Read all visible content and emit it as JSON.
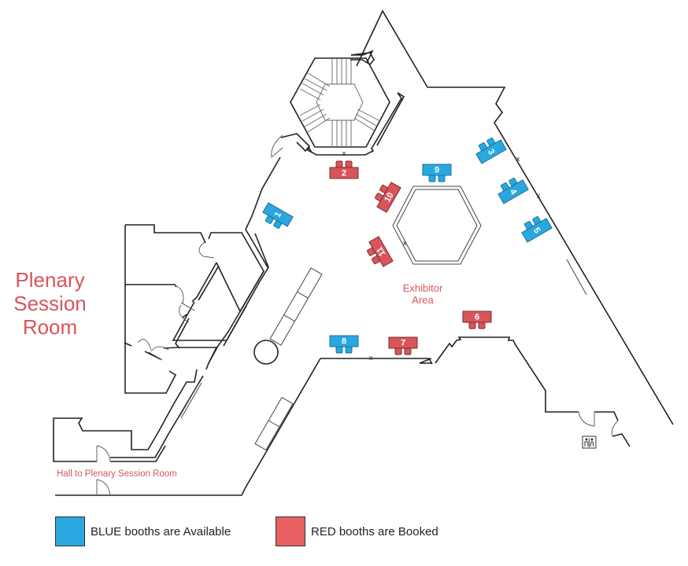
{
  "colors": {
    "available": "#29a8e0",
    "booked": "#d9555a",
    "label_red": "#d9555a"
  },
  "labels": {
    "plenary_room": [
      "Plenary",
      "Session",
      "Room"
    ],
    "exhibitor_area": [
      "Exhibitor",
      "Area"
    ],
    "hall": "Hall to Plenary Session Room"
  },
  "legend": [
    {
      "status": "available",
      "text": "BLUE booths are Available"
    },
    {
      "status": "booked",
      "text": "RED booths are Booked"
    }
  ],
  "booths": [
    {
      "number": "1",
      "status": "available"
    },
    {
      "number": "2",
      "status": "booked"
    },
    {
      "number": "3",
      "status": "available"
    },
    {
      "number": "4",
      "status": "available"
    },
    {
      "number": "5",
      "status": "available"
    },
    {
      "number": "6",
      "status": "booked"
    },
    {
      "number": "7",
      "status": "booked"
    },
    {
      "number": "8",
      "status": "available"
    },
    {
      "number": "9",
      "status": "available"
    },
    {
      "number": "10",
      "status": "booked"
    },
    {
      "number": "11",
      "status": "booked"
    }
  ],
  "icons": {
    "restroom": "restroom-icon"
  }
}
